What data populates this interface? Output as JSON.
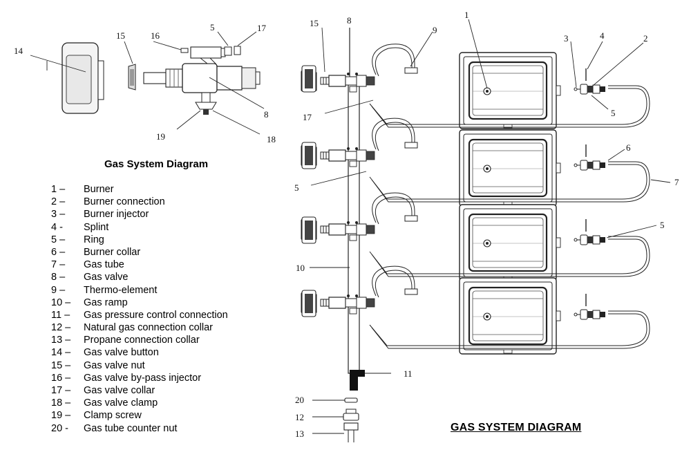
{
  "small_diagram": {
    "caption": "Gas System Diagram",
    "callouts": [
      "14",
      "15",
      "16",
      "5",
      "17",
      "8",
      "19",
      "18"
    ]
  },
  "legend": [
    {
      "num": "1 –",
      "label": "Burner"
    },
    {
      "num": "2 –",
      "label": "Burner connection"
    },
    {
      "num": "3 –",
      "label": "Burner injector"
    },
    {
      "num": "4 -",
      "label": "Splint"
    },
    {
      "num": "5 –",
      "label": "Ring"
    },
    {
      "num": "6 –",
      "label": "Burner collar"
    },
    {
      "num": "7 –",
      "label": "Gas tube"
    },
    {
      "num": "8 –",
      "label": "Gas valve"
    },
    {
      "num": "9 –",
      "label": "Thermo-element"
    },
    {
      "num": "10 –",
      "label": "Gas ramp"
    },
    {
      "num": "11 –",
      "label": "Gas pressure control connection"
    },
    {
      "num": "12 –",
      "label": "Natural gas connection collar"
    },
    {
      "num": "13 –",
      "label": "Propane connection collar"
    },
    {
      "num": "14 –",
      "label": "Gas valve button"
    },
    {
      "num": "15 –",
      "label": "Gas valve nut"
    },
    {
      "num": "16 –",
      "label": "Gas valve by-pass injector"
    },
    {
      "num": "17 –",
      "label": "Gas valve collar"
    },
    {
      "num": "18 –",
      "label": "Gas valve clamp"
    },
    {
      "num": "19 –",
      "label": "Clamp screw"
    },
    {
      "num": "20 -",
      "label": "Gas tube counter nut"
    }
  ],
  "main_diagram": {
    "title": "GAS SYSTEM DIAGRAM",
    "callouts": [
      "15",
      "8",
      "9",
      "1",
      "3",
      "4",
      "2",
      "17",
      "5",
      "6",
      "5",
      "7",
      "10",
      "5",
      "11",
      "20",
      "12",
      "13"
    ]
  }
}
